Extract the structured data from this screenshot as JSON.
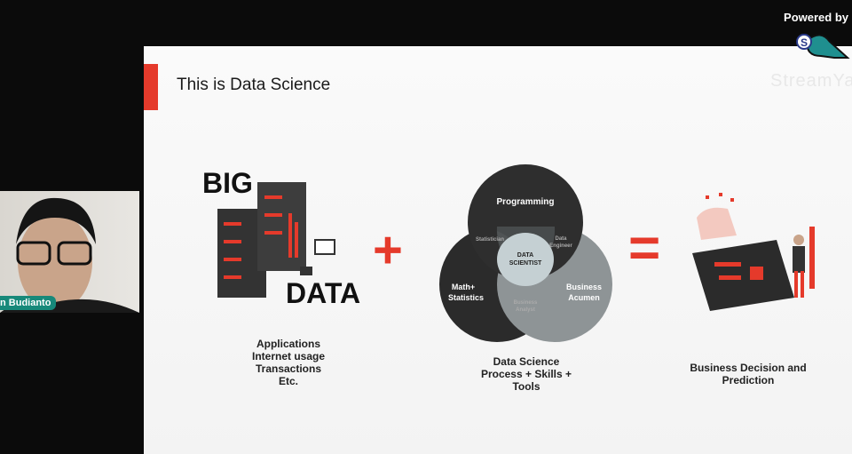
{
  "stream": {
    "powered_by": "Powered by",
    "brand": "StreamYard",
    "presenter_name": "n Budianto"
  },
  "slide": {
    "title": "This is Data Science",
    "big_data": {
      "word1": "BIG",
      "word2": "DATA",
      "caption": [
        "Applications",
        "Internet usage",
        "Transactions",
        "Etc."
      ]
    },
    "venn": {
      "programming": "Programming",
      "math": "Math+",
      "statistics": "Statistics",
      "business": "Business",
      "acumen": "Acumen",
      "statistician": "Statistician",
      "data_engineer_1": "Data",
      "data_engineer_2": "Engineer",
      "business_analyst_1": "Business",
      "business_analyst_2": "Analyst",
      "center_1": "DATA",
      "center_2": "SCIENTIST",
      "caption": [
        "Data Science",
        "Process + Skills +",
        "Tools"
      ]
    },
    "result": {
      "caption": [
        "Business Decision and",
        "Prediction"
      ]
    },
    "plus": "+",
    "equals": "="
  },
  "colors": {
    "accent": "#e53a2b",
    "badge": "#17897a"
  }
}
